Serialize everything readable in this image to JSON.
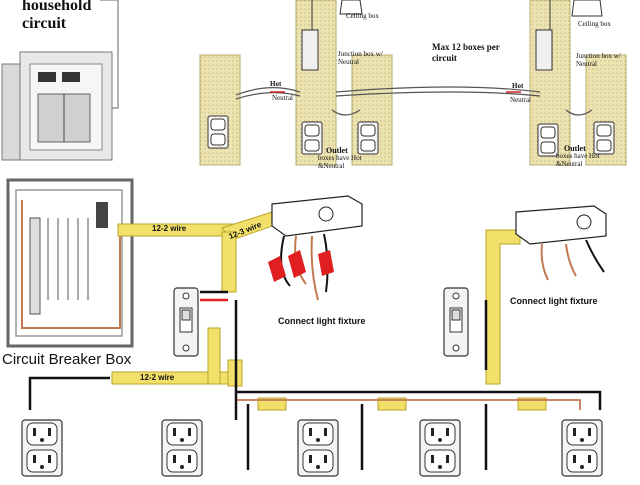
{
  "title": {
    "line1": "household",
    "line2": "circuit"
  },
  "top_diagram": {
    "ceiling_box": "Ceiling box",
    "ceiling_box_right": "Ceiling box",
    "junction_box": "Junction box w/ Neutral",
    "junction_box_right": "Junction box w/ Neutral",
    "max_boxes": "Max 12 boxes per circuit",
    "hot": "Hot",
    "neutral": "Neutral",
    "hot_right": "Hot",
    "neutral_right": "Neutral",
    "outlet_title": "Outlet",
    "outlet_note": "boxes have Hot &Neutral",
    "outlet_title_right": "Outlet",
    "outlet_note_right": "boxes have Hot &Neutral"
  },
  "bottom_diagram": {
    "breaker_box_label": "Circuit Breaker Box",
    "wire_12_2_top": "12-2 wire",
    "wire_12_3": "12-3 wire",
    "wire_12_2_bottom": "12-2 wire",
    "connect_fixture_left": "Connect light fixture",
    "connect_fixture_right": "Connect light fixture"
  },
  "colors": {
    "cable": "#f2e06a",
    "cable_edge": "#b9a42a",
    "hot_wire": "#111111",
    "neutral_wire": "#ffffff",
    "ground_wire": "#c07a52",
    "red_wire": "#e02020",
    "wall": "#ece3b0"
  }
}
